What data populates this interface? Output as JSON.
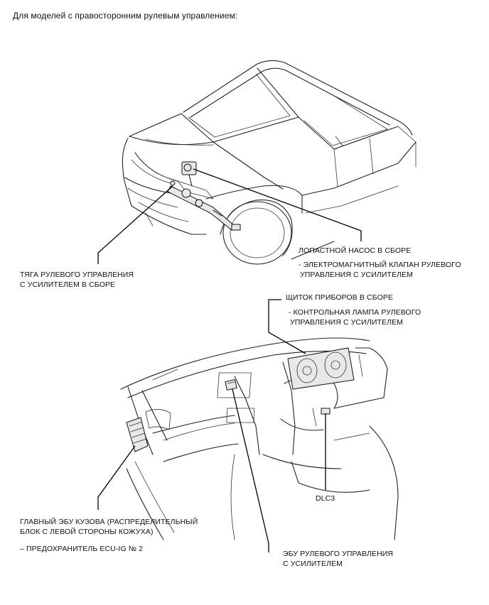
{
  "heading": "Для моделей с правосторонним рулевым управлением:",
  "labels": {
    "pump": "ЛОПАСТНОЙ НАСОС В СБОРЕ",
    "pump_sub_1": "- ЭЛЕКТРОМАГНИТНЫЙ КЛАПАН РУЛЕВОГО",
    "pump_sub_2": "УПРАВЛЕНИЯ С УСИЛИТЕЛЕМ",
    "rack_1": "ТЯГА РУЛЕВОГО УПРАВЛЕНИЯ",
    "rack_2": "С УСИЛИТЕЛЕМ В СБОРЕ",
    "cluster": "ЩИТОК ПРИБОРОВ В СБОРЕ",
    "cluster_sub_1": "- КОНТРОЛЬНАЯ ЛАМПА РУЛЕВОГО",
    "cluster_sub_2": "УПРАВЛЕНИЯ С УСИЛИТЕЛЕМ",
    "dlc": "DLC3",
    "body_ecu_1": "ГЛАВНЫЙ ЭБУ КУЗОВА (РАСПРЕДЕЛИТЕЛЬНЫЙ",
    "body_ecu_2": "БЛОК С ЛЕВОЙ СТОРОНЫ КОЖУХА)",
    "fuse": "– ПРЕДОХРАНИТЕЛЬ ECU-IG № 2",
    "ps_ecu_1": "ЭБУ РУЛЕВОГО УПРАВЛЕНИЯ",
    "ps_ecu_2": "С УСИЛИТЕЛЕМ"
  }
}
